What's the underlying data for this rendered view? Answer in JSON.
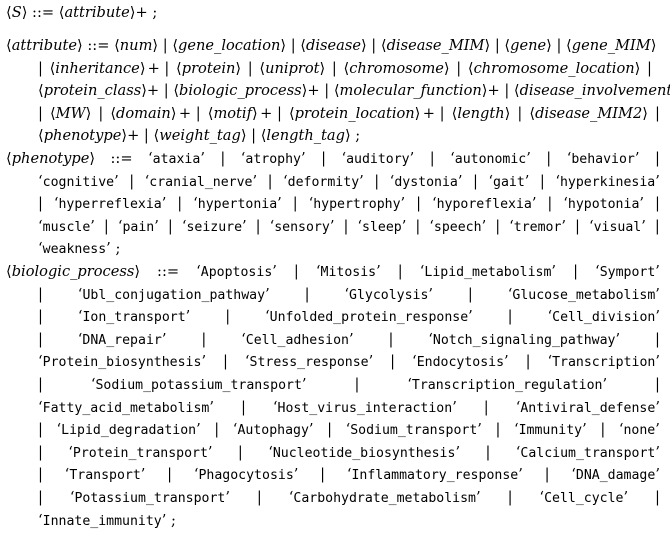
{
  "rules": [
    {
      "id": "S",
      "lines": [
        [
          [
            "nt",
            "S"
          ],
          [
            "op",
            " ::= "
          ],
          [
            "nt",
            "attribute"
          ],
          [
            "op",
            "+ ;"
          ]
        ]
      ]
    },
    {
      "id": "attribute",
      "lines": [
        [
          [
            "nt",
            "attribute"
          ],
          [
            "op",
            " ::= "
          ],
          [
            "nt",
            "num"
          ],
          [
            "op",
            " | "
          ],
          [
            "nt",
            "gene_location"
          ],
          [
            "op",
            " | "
          ],
          [
            "nt",
            "disease"
          ],
          [
            "op",
            " | "
          ],
          [
            "nt",
            "disease_MIM"
          ],
          [
            "op",
            " | "
          ],
          [
            "nt",
            "gene"
          ],
          [
            "op",
            " | "
          ],
          [
            "nt",
            "gene_MIM"
          ]
        ],
        [
          [
            "op",
            "| "
          ],
          [
            "nt",
            "inheritance"
          ],
          [
            "op",
            "+ | "
          ],
          [
            "nt",
            "protein"
          ],
          [
            "op",
            " | "
          ],
          [
            "nt",
            "uniprot"
          ],
          [
            "op",
            " | "
          ],
          [
            "nt",
            "chromosome"
          ],
          [
            "op",
            " | "
          ],
          [
            "nt",
            "chromosome_location"
          ],
          [
            "op",
            " |"
          ]
        ],
        [
          [
            "nt",
            "protein_class"
          ],
          [
            "op",
            "+ | "
          ],
          [
            "nt",
            "biologic_process"
          ],
          [
            "op",
            "+ | "
          ],
          [
            "nt",
            "molecular_function"
          ],
          [
            "op",
            "+ | "
          ],
          [
            "nt",
            "disease_involvement"
          ],
          [
            "op",
            "+"
          ]
        ],
        [
          [
            "op",
            "| "
          ],
          [
            "nt",
            "MW"
          ],
          [
            "op",
            " | "
          ],
          [
            "nt",
            "domain"
          ],
          [
            "op",
            "+ | "
          ],
          [
            "nt",
            "motif"
          ],
          [
            "op",
            "+ | "
          ],
          [
            "nt",
            "protein_location"
          ],
          [
            "op",
            "+ | "
          ],
          [
            "nt",
            "length"
          ],
          [
            "op",
            " | "
          ],
          [
            "nt",
            "disease_MIM2"
          ],
          [
            "op",
            " |"
          ]
        ],
        [
          [
            "nt",
            "phenotype"
          ],
          [
            "op",
            "+ | "
          ],
          [
            "nt",
            "weight_tag"
          ],
          [
            "op",
            " | "
          ],
          [
            "nt",
            "length_tag"
          ],
          [
            "op",
            " ;"
          ]
        ]
      ]
    },
    {
      "id": "phenotype",
      "lines": [
        [
          [
            "nt",
            "phenotype"
          ],
          [
            "op",
            " ::= "
          ],
          [
            "t",
            "ataxia"
          ],
          [
            "op",
            " | "
          ],
          [
            "t",
            "atrophy"
          ],
          [
            "op",
            " | "
          ],
          [
            "t",
            "auditory"
          ],
          [
            "op",
            " | "
          ],
          [
            "t",
            "autonomic"
          ],
          [
            "op",
            " | "
          ],
          [
            "t",
            "behavior"
          ],
          [
            "op",
            " |"
          ]
        ],
        [
          [
            "t",
            "cognitive"
          ],
          [
            "op",
            " | "
          ],
          [
            "t",
            "cranial_nerve"
          ],
          [
            "op",
            " | "
          ],
          [
            "t",
            "deformity"
          ],
          [
            "op",
            " | "
          ],
          [
            "t",
            "dystonia"
          ],
          [
            "op",
            " | "
          ],
          [
            "t",
            "gait"
          ],
          [
            "op",
            " | "
          ],
          [
            "t",
            "hyperkinesia"
          ]
        ],
        [
          [
            "op",
            "| "
          ],
          [
            "t",
            "hyperreflexia"
          ],
          [
            "op",
            " | "
          ],
          [
            "t",
            "hypertonia"
          ],
          [
            "op",
            " | "
          ],
          [
            "t",
            "hypertrophy"
          ],
          [
            "op",
            " | "
          ],
          [
            "t",
            "hyporeflexia"
          ],
          [
            "op",
            " | "
          ],
          [
            "t",
            "hypotonia"
          ],
          [
            "op",
            " |"
          ]
        ],
        [
          [
            "t",
            "muscle"
          ],
          [
            "op",
            " | "
          ],
          [
            "t",
            "pain"
          ],
          [
            "op",
            " | "
          ],
          [
            "t",
            "seizure"
          ],
          [
            "op",
            " | "
          ],
          [
            "t",
            "sensory"
          ],
          [
            "op",
            " | "
          ],
          [
            "t",
            "sleep"
          ],
          [
            "op",
            " | "
          ],
          [
            "t",
            "speech"
          ],
          [
            "op",
            " | "
          ],
          [
            "t",
            "tremor"
          ],
          [
            "op",
            " | "
          ],
          [
            "t",
            "visual"
          ],
          [
            "op",
            " |"
          ]
        ],
        [
          [
            "t",
            "weakness"
          ],
          [
            "op",
            " ;"
          ]
        ]
      ]
    },
    {
      "id": "biologic_process",
      "lines": [
        [
          [
            "nt",
            "biologic_process"
          ],
          [
            "op",
            " ::= "
          ],
          [
            "t",
            "Apoptosis"
          ],
          [
            "op",
            " | "
          ],
          [
            "t",
            "Mitosis"
          ],
          [
            "op",
            " | "
          ],
          [
            "t",
            "Lipid_metabolism"
          ],
          [
            "op",
            " | "
          ],
          [
            "t",
            "Symport"
          ]
        ],
        [
          [
            "op",
            "| "
          ],
          [
            "t",
            "Ubl_conjugation_pathway"
          ],
          [
            "op",
            " | "
          ],
          [
            "t",
            "Glycolysis"
          ],
          [
            "op",
            " | "
          ],
          [
            "t",
            "Glucose_metabolism"
          ]
        ],
        [
          [
            "op",
            "| "
          ],
          [
            "t",
            "Ion_transport"
          ],
          [
            "op",
            " | "
          ],
          [
            "t",
            "Unfolded_protein_response"
          ],
          [
            "op",
            " | "
          ],
          [
            "t",
            "Cell_division"
          ]
        ],
        [
          [
            "op",
            "| "
          ],
          [
            "t",
            "DNA_repair"
          ],
          [
            "op",
            " | "
          ],
          [
            "t",
            "Cell_adhesion"
          ],
          [
            "op",
            " | "
          ],
          [
            "t",
            "Notch_signaling_pathway"
          ],
          [
            "op",
            " |"
          ]
        ],
        [
          [
            "t",
            "Protein_biosynthesis"
          ],
          [
            "op",
            " | "
          ],
          [
            "t",
            "Stress_response"
          ],
          [
            "op",
            " | "
          ],
          [
            "t",
            "Endocytosis"
          ],
          [
            "op",
            " | "
          ],
          [
            "t",
            "Transcription"
          ]
        ],
        [
          [
            "op",
            "| "
          ],
          [
            "t",
            "Sodium_potassium_transport"
          ],
          [
            "op",
            " | "
          ],
          [
            "t",
            "Transcription_regulation"
          ],
          [
            "op",
            " |"
          ]
        ],
        [
          [
            "t",
            "Fatty_acid_metabolism"
          ],
          [
            "op",
            " | "
          ],
          [
            "t",
            "Host_virus_interaction"
          ],
          [
            "op",
            " | "
          ],
          [
            "t",
            "Antiviral_defense"
          ]
        ],
        [
          [
            "op",
            "| "
          ],
          [
            "t",
            "Lipid_degradation"
          ],
          [
            "op",
            " | "
          ],
          [
            "t",
            "Autophagy"
          ],
          [
            "op",
            " | "
          ],
          [
            "t",
            "Sodium_transport"
          ],
          [
            "op",
            " | "
          ],
          [
            "t",
            "Immunity"
          ],
          [
            "op",
            " | "
          ],
          [
            "t",
            "none"
          ]
        ],
        [
          [
            "op",
            "| "
          ],
          [
            "t",
            "Protein_transport"
          ],
          [
            "op",
            " | "
          ],
          [
            "t",
            "Nucleotide_biosynthesis"
          ],
          [
            "op",
            " | "
          ],
          [
            "t",
            "Calcium_transport"
          ]
        ],
        [
          [
            "op",
            "| "
          ],
          [
            "t",
            "Transport"
          ],
          [
            "op",
            " | "
          ],
          [
            "t",
            "Phagocytosis"
          ],
          [
            "op",
            " | "
          ],
          [
            "t",
            "Inflammatory_response"
          ],
          [
            "op",
            " | "
          ],
          [
            "t",
            "DNA_damage"
          ]
        ],
        [
          [
            "op",
            "| "
          ],
          [
            "t",
            "Potassium_transport"
          ],
          [
            "op",
            " | "
          ],
          [
            "t",
            "Carbohydrate_metabolism"
          ],
          [
            "op",
            " | "
          ],
          [
            "t",
            "Cell_cycle"
          ],
          [
            "op",
            " |"
          ]
        ],
        [
          [
            "t",
            "Innate_immunity"
          ],
          [
            "op",
            " ;"
          ]
        ]
      ]
    }
  ]
}
